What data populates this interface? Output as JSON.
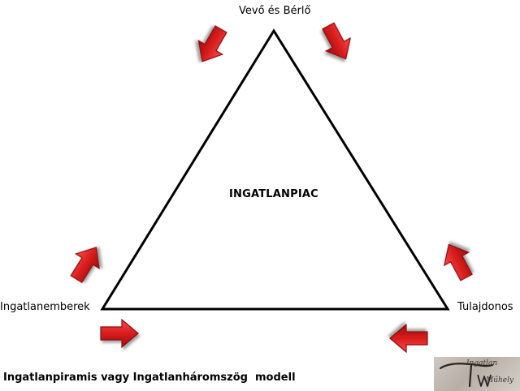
{
  "diagram": {
    "vertices": {
      "top": "Vevő és Bérlő",
      "left": "Ingatlanemberek",
      "right": "Tulajdonos"
    },
    "center": "INGATLANPIAC",
    "caption": "Ingatlanpiramis vagy Ingatlanháromszög  modell",
    "arrow_color": "#d11a1a"
  },
  "logo": {
    "line1": "Ingatlan",
    "line2": "Műhely"
  }
}
